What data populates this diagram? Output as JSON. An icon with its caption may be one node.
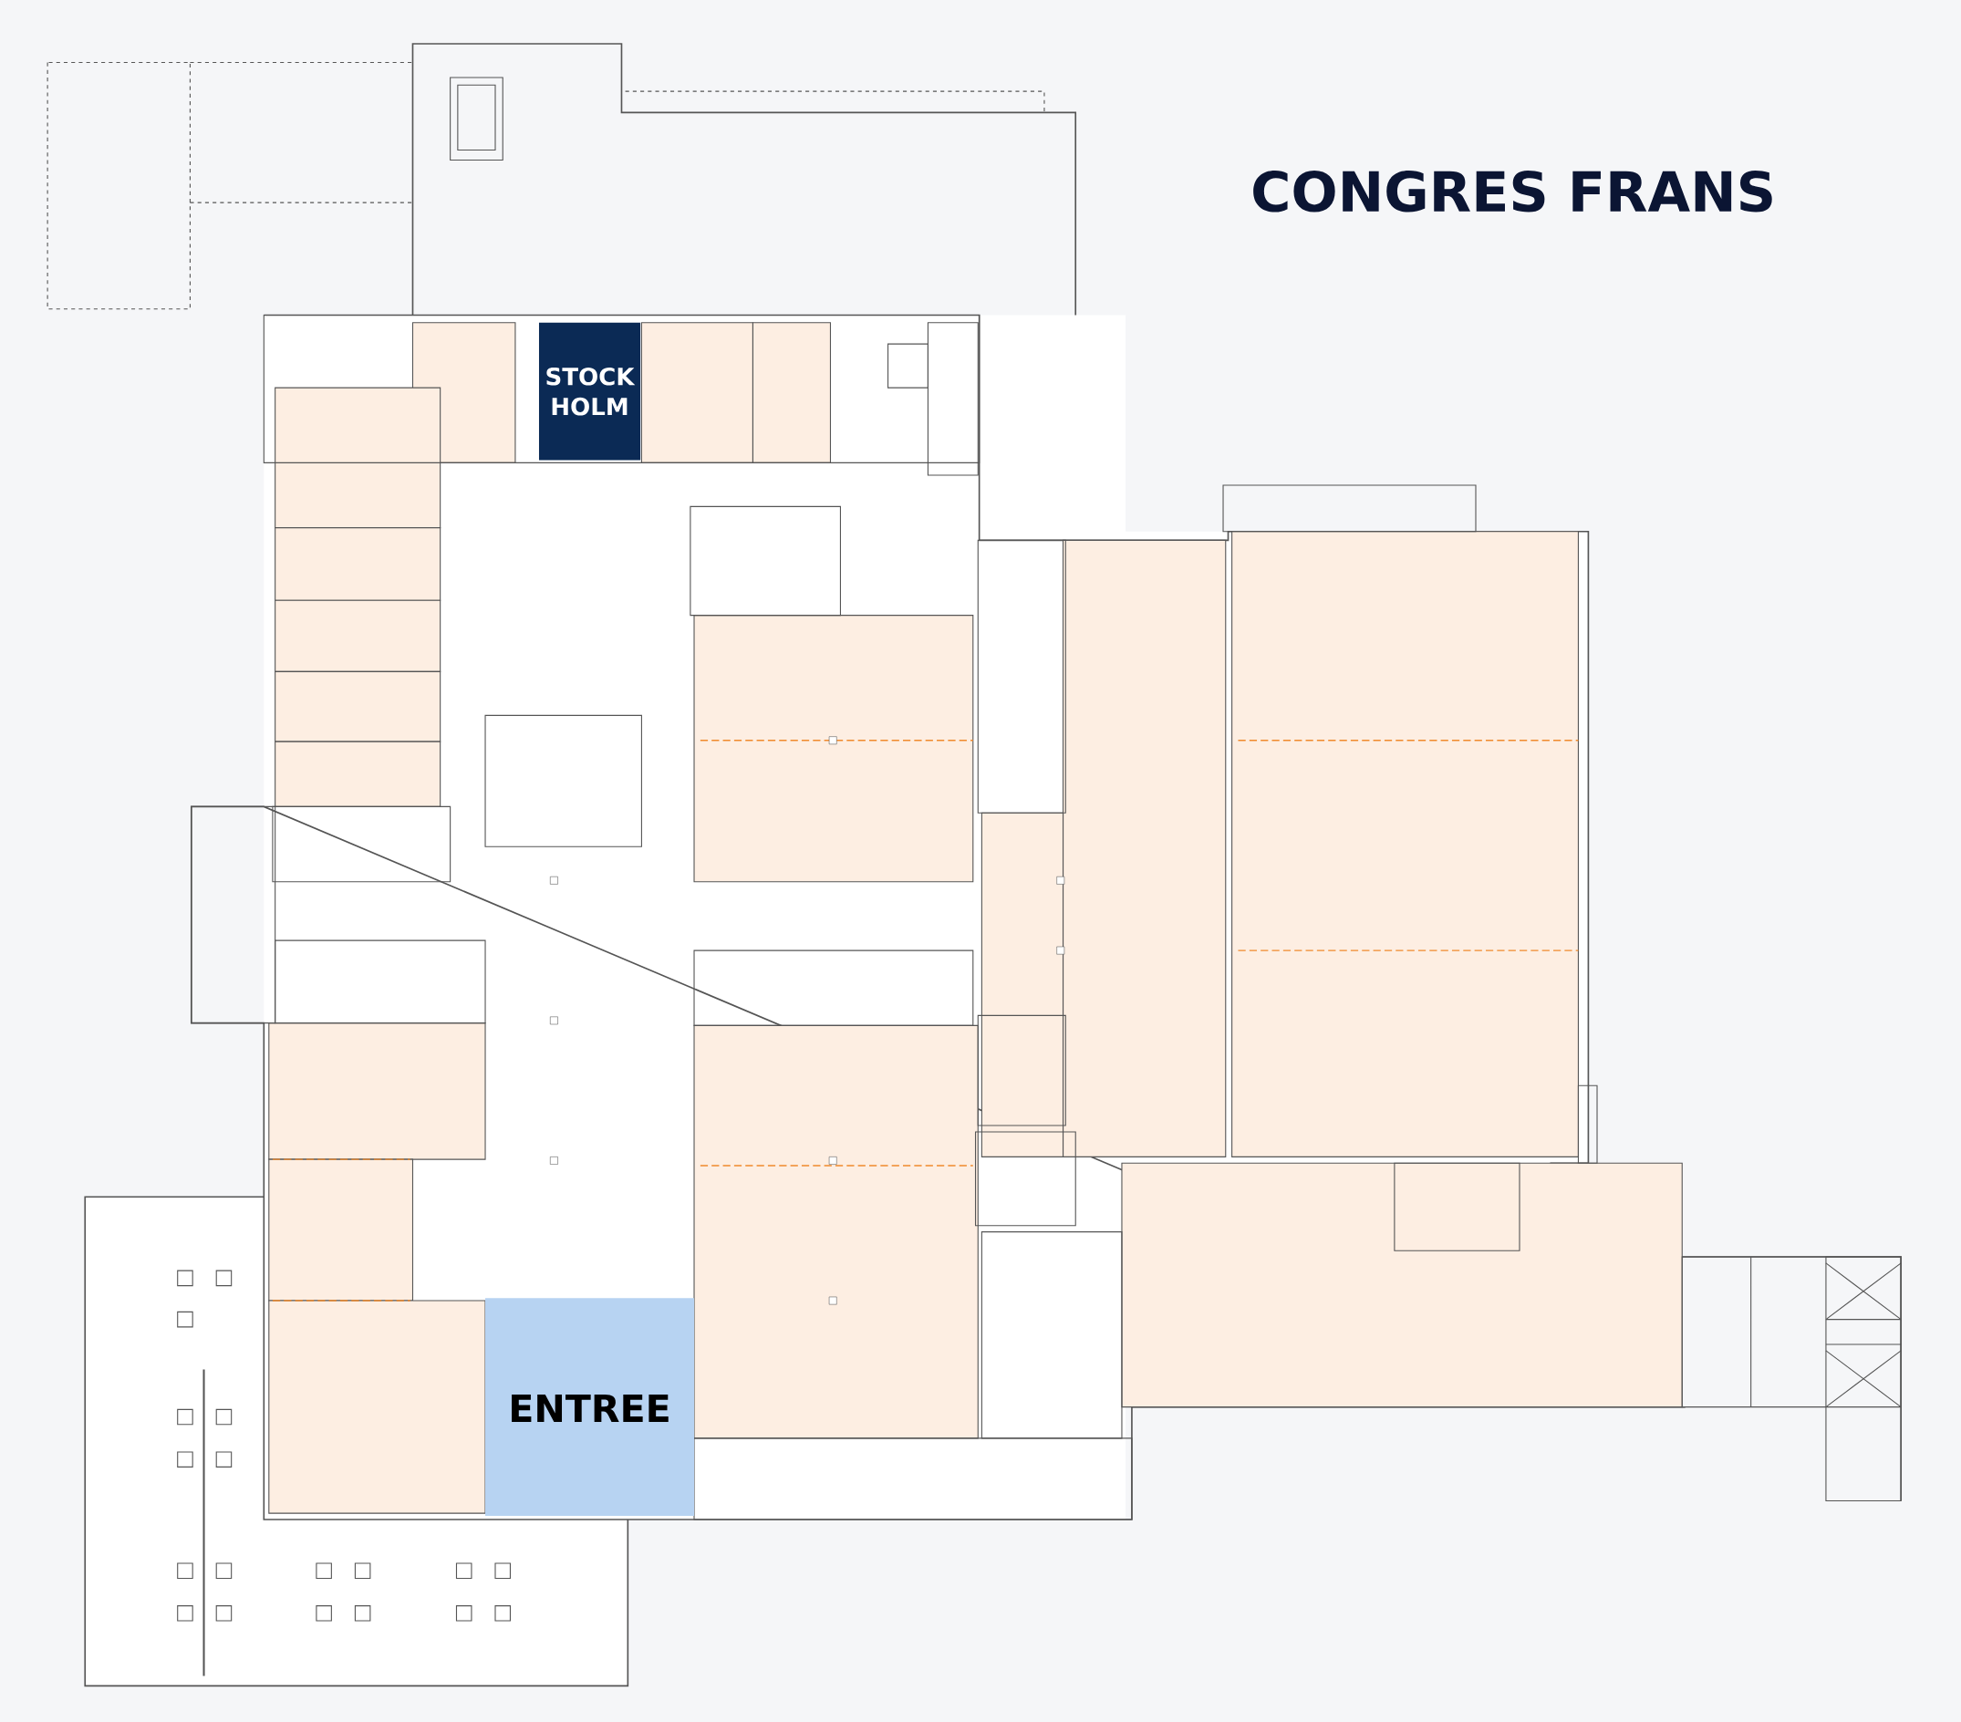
{
  "diagram": {
    "title": "CONGRES FRANS",
    "nodes": [
      {
        "text": [
          "STOCK HOLM"
        ]
      },
      {
        "text": [
          "ENTREE"
        ]
      }
    ]
  }
}
